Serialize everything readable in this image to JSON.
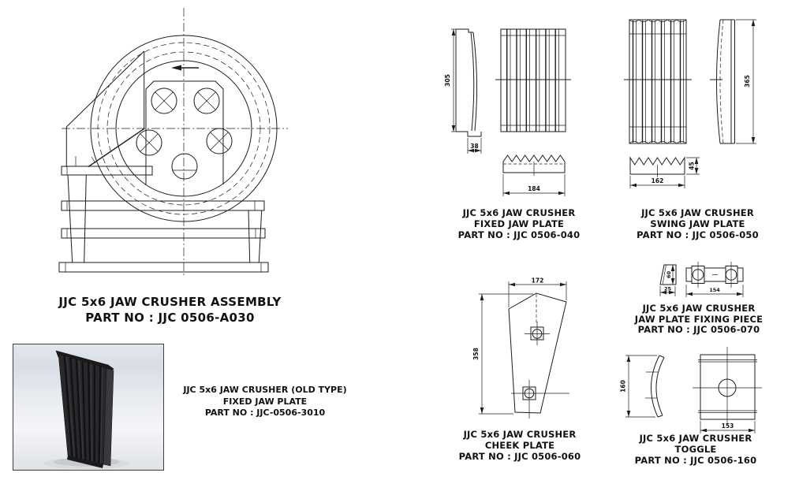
{
  "colors": {
    "ink": "#1c1c1c",
    "paper": "#ffffff",
    "plate_render": "#29292c",
    "photo_bg_top": "#dce0e8",
    "photo_bg_mid": "#eef0f3"
  },
  "assembly": {
    "title": [
      "JJC 5x6 JAW CRUSHER ASSEMBLY",
      "PART NO : JJC 0506-A030"
    ]
  },
  "old_type": {
    "caption": [
      "JJC 5x6 JAW CRUSHER (OLD TYPE)",
      "FIXED JAW PLATE",
      "PART NO : JJC-0506-3010"
    ]
  },
  "fixed_jaw": {
    "title": [
      "JJC 5x6 JAW CRUSHER",
      "FIXED JAW PLATE",
      "PART NO : JJC 0506-040"
    ],
    "dims": {
      "height": "305",
      "thickness": "38",
      "width": "184"
    }
  },
  "swing_jaw": {
    "title": [
      "JJC 5x6 JAW CRUSHER",
      "SWING JAW PLATE",
      "PART NO : JJC 0506-050"
    ],
    "dims": {
      "height": "365",
      "width": "162",
      "tooth_height": "45"
    }
  },
  "cheek": {
    "title": [
      "JJC 5x6 JAW CRUSHER",
      "CHEEK PLATE",
      "PART NO : JJC 0506-060"
    ],
    "dims": {
      "top_width": "172",
      "height": "358"
    }
  },
  "fixing_piece": {
    "title": [
      "JJC 5x6 JAW CRUSHER",
      "JAW PLATE FIXING PIECE",
      "PART NO : JJC 0506-070"
    ],
    "dims": {
      "height": "60",
      "depth": "25",
      "length": "154"
    }
  },
  "toggle": {
    "title": [
      "JJC 5x6 JAW CRUSHER",
      "TOGGLE",
      "PART NO : JJC 0506-160"
    ],
    "dims": {
      "height": "160",
      "width": "153"
    }
  }
}
